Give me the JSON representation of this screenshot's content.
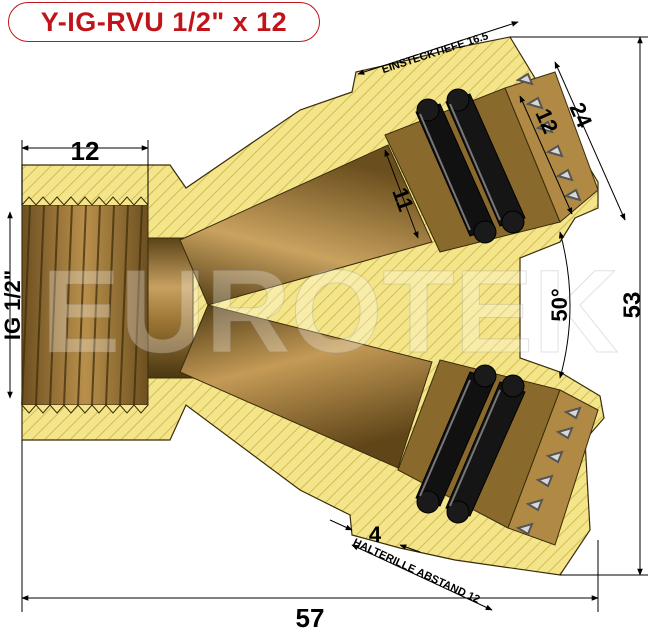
{
  "title": "Y-IG-RVU 1/2\" x 12",
  "watermark": "EUROTEK",
  "dimensions": {
    "thread_length": "12",
    "outlet_inner": "11",
    "overall_length": "57",
    "overall_height": "53",
    "outlet_outer": "24",
    "outlet_bore": "12",
    "angle": "50°",
    "retainer_width": "4",
    "thread_size": "IG 1/2\""
  },
  "notes": {
    "insertion_depth": "EINSTECKTIEFE 16.5",
    "retainer_spacing": "HALTERILLE ABSTAND 12"
  },
  "colors": {
    "brand_red": "#c0141a",
    "section_fill": "#f4e58a",
    "hatch": "#c9b347",
    "bronze": "#8a6a2c",
    "dimension_line": "#000000"
  }
}
